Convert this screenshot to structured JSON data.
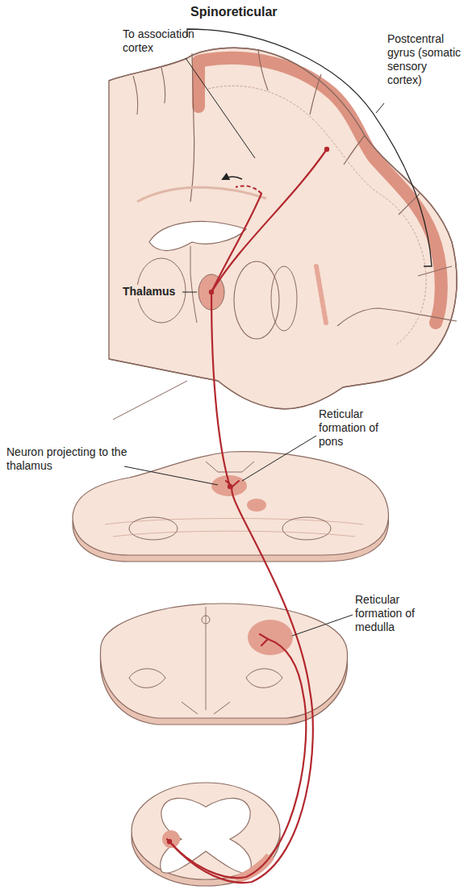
{
  "diagram": {
    "title": "Spinoreticular",
    "labels": [
      "To association cortex",
      "Postcentral gyrus (somatic sensory cortex)",
      "Thalamus",
      "Neuron projecting to the thalamus",
      "Reticular formation of pons",
      "Reticular formation of medulla"
    ]
  }
}
